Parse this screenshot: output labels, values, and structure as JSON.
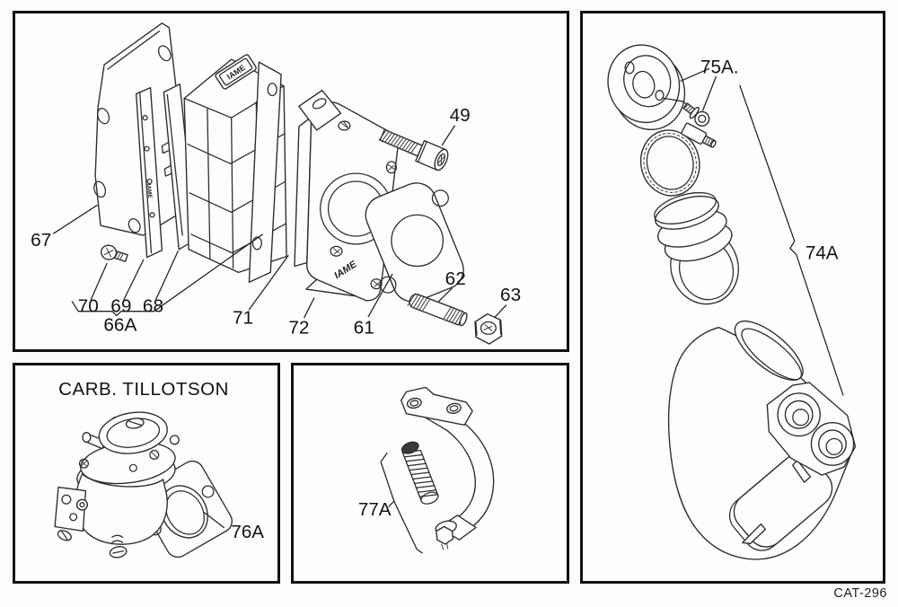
{
  "figure": {
    "code": "CAT-296",
    "brand_marks": "IAME"
  },
  "panels": {
    "reed_assembly": {
      "part_labels": {
        "n49": "49",
        "n61": "61",
        "n62": "62",
        "n63": "63",
        "n66A": "66A",
        "n67": "67",
        "n68": "68",
        "n69": "69",
        "n70": "70",
        "n71": "71",
        "n72": "72"
      }
    },
    "carburetor": {
      "title": "CARB. TILLOTSON",
      "part_labels": {
        "n76A": "76A"
      }
    },
    "support_bracket": {
      "part_labels": {
        "n77A": "77A"
      }
    },
    "intake_silencer": {
      "part_labels": {
        "n75A": "75A.",
        "n74A": "74A"
      }
    }
  }
}
